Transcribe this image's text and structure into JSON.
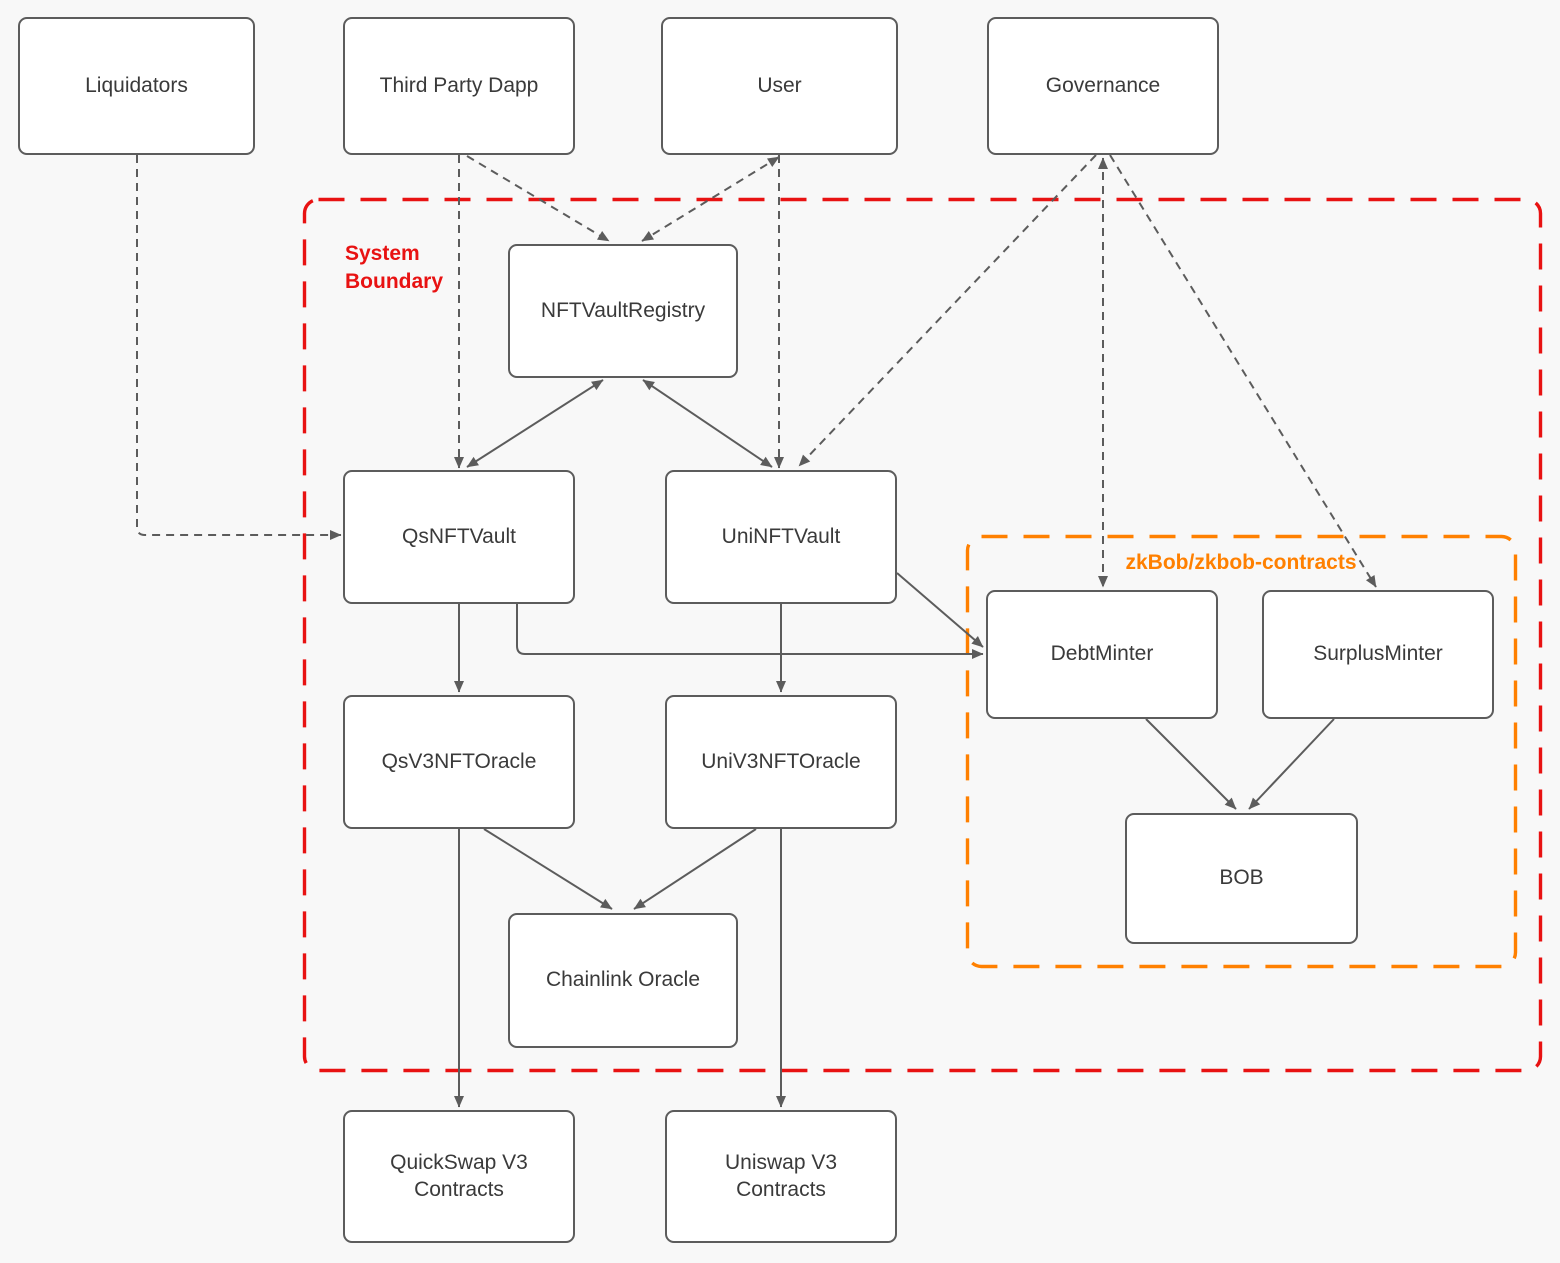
{
  "diagram": {
    "background": "#f8f8f8",
    "colors": {
      "box_fill": "#ffffff",
      "box_border": "#5c5c5c",
      "text": "#3a3a3a",
      "connector": "#5c5c5c",
      "system_boundary": "#e81212",
      "zkbob_boundary": "#ff8000"
    }
  },
  "boundaries": {
    "system": {
      "label": "System Boundary",
      "color": "#e81212"
    },
    "zkbob": {
      "label": "zkBob/zkbob-contracts",
      "color": "#ff8000"
    }
  },
  "nodes": {
    "liquidators": {
      "label": "Liquidators"
    },
    "third_party_dapp": {
      "label": "Third Party Dapp"
    },
    "user": {
      "label": "User"
    },
    "governance": {
      "label": "Governance"
    },
    "nft_vault_registry": {
      "label": "NFTVaultRegistry"
    },
    "qs_nft_vault": {
      "label": "QsNFTVault"
    },
    "uni_nft_vault": {
      "label": "UniNFTVault"
    },
    "qs_v3_nft_oracle": {
      "label": "QsV3NFTOracle"
    },
    "uni_v3_nft_oracle": {
      "label": "UniV3NFTOracle"
    },
    "chainlink_oracle": {
      "label": "Chainlink Oracle"
    },
    "quickswap_v3_contracts": {
      "label": "QuickSwap V3 Contracts"
    },
    "uniswap_v3_contracts": {
      "label": "Uniswap V3 Contracts"
    },
    "debt_minter": {
      "label": "DebtMinter"
    },
    "surplus_minter": {
      "label": "SurplusMinter"
    },
    "bob": {
      "label": "BOB"
    }
  },
  "edges": [
    {
      "from": "liquidators",
      "to": "qs_nft_vault",
      "style": "dashed",
      "arrows": "end"
    },
    {
      "from": "third_party_dapp",
      "to": "qs_nft_vault",
      "style": "dashed",
      "arrows": "end"
    },
    {
      "from": "third_party_dapp",
      "to": "nft_vault_registry",
      "style": "dashed",
      "arrows": "end"
    },
    {
      "from": "user",
      "to": "nft_vault_registry",
      "style": "dashed",
      "arrows": "both"
    },
    {
      "from": "user",
      "to": "uni_nft_vault",
      "style": "dashed",
      "arrows": "end"
    },
    {
      "from": "governance",
      "to": "uni_nft_vault",
      "style": "dashed",
      "arrows": "end"
    },
    {
      "from": "governance",
      "to": "debt_minter",
      "style": "dashed",
      "arrows": "both"
    },
    {
      "from": "governance",
      "to": "surplus_minter",
      "style": "dashed",
      "arrows": "end"
    },
    {
      "from": "nft_vault_registry",
      "to": "qs_nft_vault",
      "style": "solid",
      "arrows": "both"
    },
    {
      "from": "nft_vault_registry",
      "to": "uni_nft_vault",
      "style": "solid",
      "arrows": "both"
    },
    {
      "from": "qs_nft_vault",
      "to": "qs_v3_nft_oracle",
      "style": "solid",
      "arrows": "end"
    },
    {
      "from": "uni_nft_vault",
      "to": "uni_v3_nft_oracle",
      "style": "solid",
      "arrows": "end"
    },
    {
      "from": "qs_nft_vault",
      "to": "debt_minter",
      "style": "solid",
      "arrows": "end"
    },
    {
      "from": "uni_nft_vault",
      "to": "debt_minter",
      "style": "solid",
      "arrows": "end"
    },
    {
      "from": "qs_v3_nft_oracle",
      "to": "chainlink_oracle",
      "style": "solid",
      "arrows": "end"
    },
    {
      "from": "uni_v3_nft_oracle",
      "to": "chainlink_oracle",
      "style": "solid",
      "arrows": "end"
    },
    {
      "from": "qs_v3_nft_oracle",
      "to": "quickswap_v3_contracts",
      "style": "solid",
      "arrows": "end"
    },
    {
      "from": "uni_v3_nft_oracle",
      "to": "uniswap_v3_contracts",
      "style": "solid",
      "arrows": "end"
    },
    {
      "from": "debt_minter",
      "to": "bob",
      "style": "solid",
      "arrows": "end"
    },
    {
      "from": "surplus_minter",
      "to": "bob",
      "style": "solid",
      "arrows": "end"
    }
  ]
}
